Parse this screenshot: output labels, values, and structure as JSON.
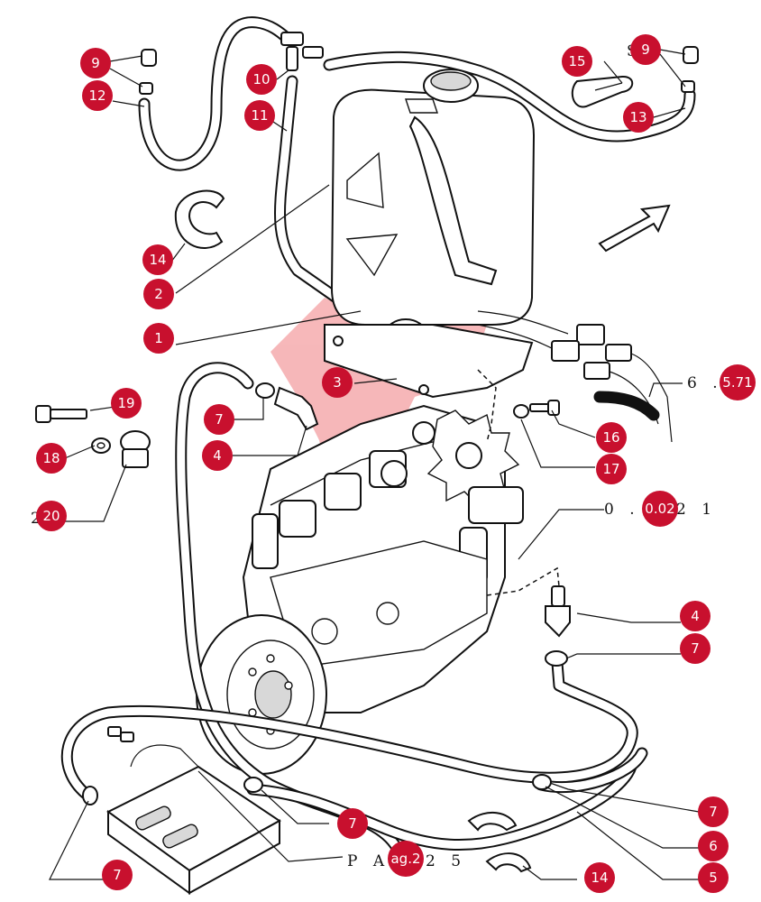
{
  "callouts": [
    {
      "id": "c9a",
      "label": "9"
    },
    {
      "id": "c12",
      "label": "12"
    },
    {
      "id": "c10",
      "label": "10"
    },
    {
      "id": "c11",
      "label": "11"
    },
    {
      "id": "c15",
      "label": "15"
    },
    {
      "id": "c9b",
      "label": "9"
    },
    {
      "id": "c13",
      "label": "13"
    },
    {
      "id": "c14a",
      "label": "14"
    },
    {
      "id": "c2",
      "label": "2"
    },
    {
      "id": "c1",
      "label": "1"
    },
    {
      "id": "c3",
      "label": "3"
    },
    {
      "id": "c19",
      "label": "19"
    },
    {
      "id": "c7a",
      "label": "7"
    },
    {
      "id": "c4a",
      "label": "4"
    },
    {
      "id": "c18",
      "label": "18"
    },
    {
      "id": "c20",
      "label": "20"
    },
    {
      "id": "c16",
      "label": "16"
    },
    {
      "id": "c17",
      "label": "17"
    },
    {
      "id": "c4b",
      "label": "4"
    },
    {
      "id": "c7b",
      "label": "7"
    },
    {
      "id": "c7c",
      "label": "7"
    },
    {
      "id": "c7d",
      "label": "7"
    },
    {
      "id": "c6",
      "label": "6"
    },
    {
      "id": "c7e",
      "label": "7"
    },
    {
      "id": "c14b",
      "label": "14"
    },
    {
      "id": "c5",
      "label": "5"
    }
  ],
  "refs": {
    "ref_top_right_prefix": "6 .",
    "ref_top_right_badge": "5.71",
    "ref_mid_right_prefix": "0 .",
    "ref_mid_right_badge": "0.02",
    "ref_mid_right_suffix": "2 1",
    "ref_bottom_prefix": "P A",
    "ref_bottom_badge": "ag.2",
    "ref_bottom_suffix": "2 5",
    "ref_top_right_s": "S",
    "ref_left_2": "2"
  },
  "colors": {
    "callout": "#c8102e",
    "line": "#111111",
    "watermark": "#e8333a"
  }
}
